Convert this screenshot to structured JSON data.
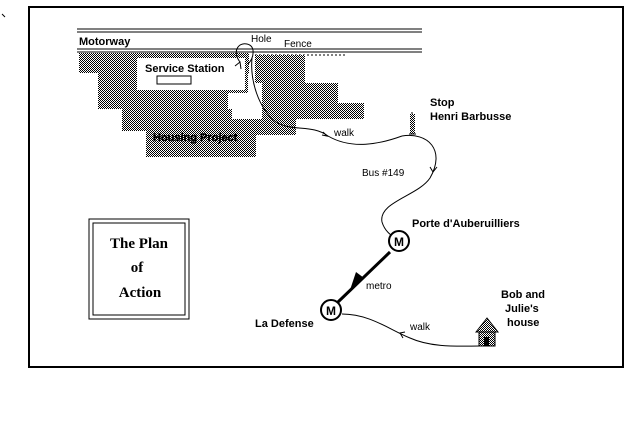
{
  "map": {
    "motorway_label": "Motorway",
    "hole_label": "Hole",
    "fence_label": "Fence",
    "service_station_label": "Service Station",
    "housing_project_label": "Housing Project",
    "walk_label_top": "walk",
    "stop_label_line1": "Stop",
    "stop_label_line2": "Henri Barbusse",
    "bus_label": "Bus #149",
    "porte_label": "Porte d'Auberuilliers",
    "metro_label": "metro",
    "la_defense_label": "La Defense",
    "walk_label_bottom": "walk",
    "house_label_line1": "Bob and",
    "house_label_line2": "Julie's",
    "house_label_line3": "house",
    "metro_symbol": "M"
  },
  "plan_box": {
    "line1": "The Plan",
    "line2": "of",
    "line3": "Action"
  },
  "colors": {
    "ink": "#000000",
    "paper": "#ffffff"
  }
}
